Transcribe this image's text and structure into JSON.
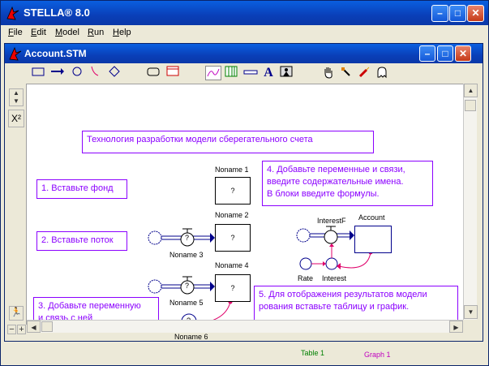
{
  "app": {
    "title": "STELLA® 8.0"
  },
  "menu": [
    "File",
    "Edit",
    "Model",
    "Run",
    "Help"
  ],
  "document": {
    "title": "Account.STM"
  },
  "toolbar": {
    "icons": [
      "stock-tool-icon",
      "flow-tool-icon",
      "converter-tool-icon",
      "connector-tool-icon",
      "decision-tool-icon",
      "button-tool-icon",
      "sector-tool-icon",
      "graph-tool-icon",
      "table-tool-icon",
      "numeric-display-icon",
      "text-tool-icon",
      "picture-tool-icon",
      "hand-tool-icon",
      "paintbrush-icon",
      "dynamite-icon",
      "ghost-icon"
    ]
  },
  "left_strip": {
    "formula_icon": "X²"
  },
  "notes": {
    "title": "Технология разработки модели сберегательного счета",
    "step1": "1. Вставьте фонд",
    "step2": "2. Вставьте поток",
    "step3_line1": "3. Добавьте переменную",
    "step3_line2": "и связь с ней",
    "step4_line1": "4. Добавьте переменные и связи,",
    "step4_line2": "введите содержательные имена.",
    "step4_line3": "В блоки введите формулы.",
    "step5_line1": "5. Для отображения результатов модели",
    "step5_line2": "рования вставьте таблицу и график."
  },
  "model": {
    "noname1": "Noname 1",
    "noname2": "Noname 2",
    "noname3": "Noname 3",
    "noname4": "Noname 4",
    "noname5": "Noname 5",
    "noname6": "Noname 6",
    "q": "?",
    "interestf": "InterestF",
    "account": "Account",
    "rate": "Rate",
    "interest": "Interest",
    "table1": "Table 1",
    "graph1": "Graph 1"
  },
  "colors": {
    "note": "#8b00ff",
    "model_blue": "#00008b",
    "table_green": "#008000",
    "graph_magenta": "#c000c0",
    "connector": "#e0006a"
  }
}
